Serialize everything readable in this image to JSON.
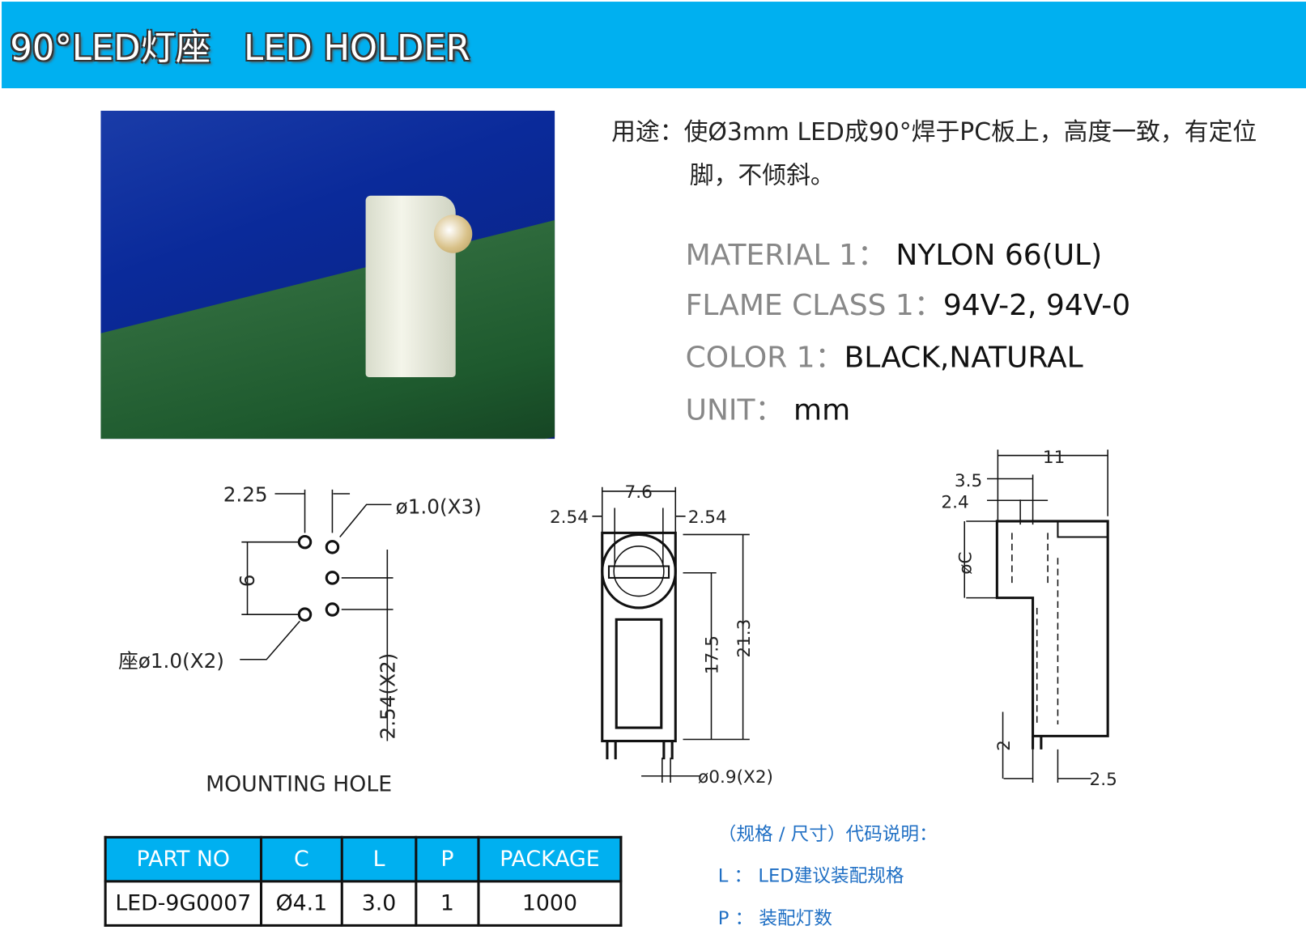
{
  "header": {
    "title": "90°LED灯座   LED HOLDER"
  },
  "usage": {
    "line1": "用途：使Ø3mm LED成90°焊于PC板上，高度一致，有定位",
    "line2": "脚，不倾斜。"
  },
  "specs": [
    {
      "key": "MATERIAL 1：",
      "value": "NYLON 66(UL)"
    },
    {
      "key": "FLAME CLASS 1：",
      "value": "94V-2, 94V-0"
    },
    {
      "key": "COLOR 1：",
      "value": "BLACK,NATURAL"
    },
    {
      "key": "UNIT：",
      "value": "mm"
    }
  ],
  "mounting": {
    "d225": "2.25",
    "hole3": "ø1.0(X3)",
    "d6": "6",
    "hole2": "座ø1.0(X2)",
    "d254": "2.54(X2)",
    "label": "MOUNTING  HOLE"
  },
  "front": {
    "w76": "7.6",
    "l254": "2.54",
    "r254": "2.54",
    "h175": "17.5",
    "h213": "21.3",
    "pin": "ø0.9(X2)"
  },
  "side": {
    "w11": "11",
    "d35": "3.5",
    "d24": "2.4",
    "dc": "øC",
    "d2": "2",
    "d25": "2.5"
  },
  "table": {
    "headers": [
      "PART NO",
      "C",
      "L",
      "P",
      "PACKAGE"
    ],
    "rows": [
      [
        "LED-9G0007",
        "Ø4.1",
        "3.0",
        "1",
        "1000"
      ]
    ]
  },
  "codes": {
    "title": "（规格 / 尺寸）代码说明：",
    "l": "L ： LED建议装配规格",
    "p": "P ： 装配灯数"
  },
  "colors": {
    "accent": "#00b0f0",
    "code_text": "#1f6fc4"
  }
}
